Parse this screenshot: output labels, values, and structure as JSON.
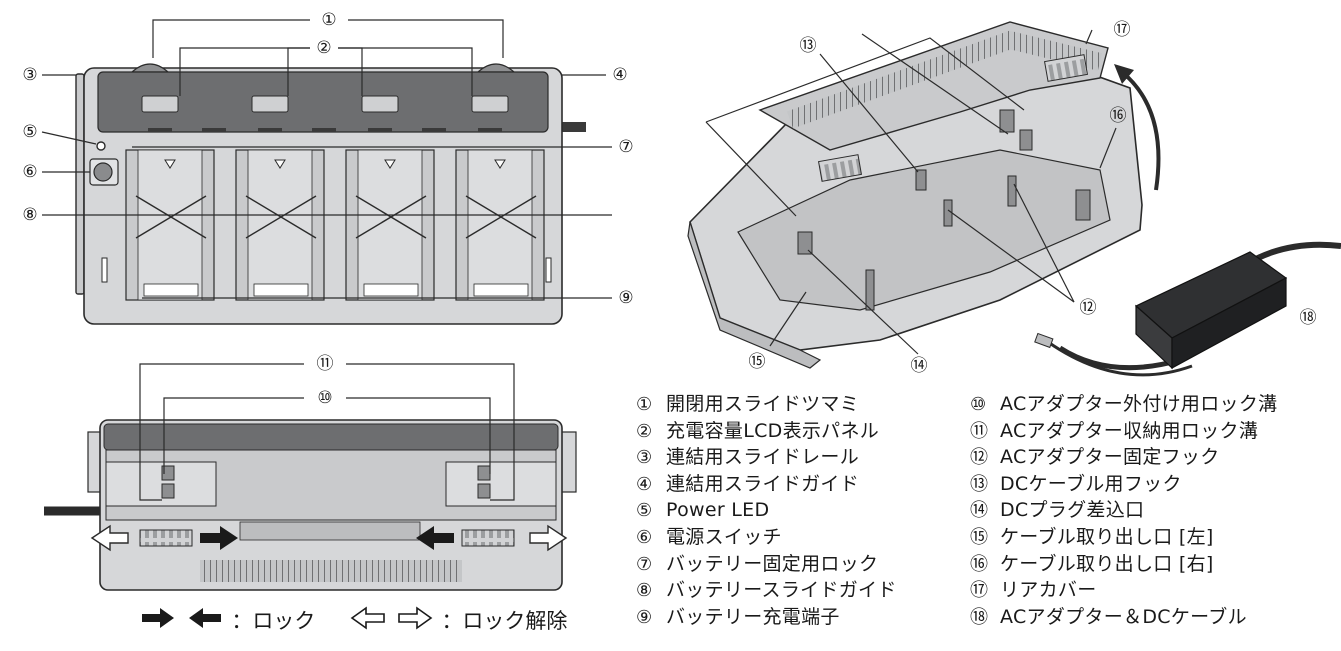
{
  "callouts": {
    "c1": "①",
    "c2": "②",
    "c3": "③",
    "c4": "④",
    "c5": "⑤",
    "c6": "⑥",
    "c7": "⑦",
    "c8": "⑧",
    "c9": "⑨",
    "c10": "⑩",
    "c11": "⑪",
    "c12": "⑫",
    "c13": "⑬",
    "c14": "⑭",
    "c15": "⑮",
    "c16": "⑯",
    "c17": "⑰",
    "c18": "⑱"
  },
  "legend_left": [
    {
      "num": "①",
      "label": "開閉用スライドツマミ"
    },
    {
      "num": "②",
      "label": "充電容量LCD表示パネル"
    },
    {
      "num": "③",
      "label": "連結用スライドレール"
    },
    {
      "num": "④",
      "label": "連結用スライドガイド"
    },
    {
      "num": "⑤",
      "label": "Power LED"
    },
    {
      "num": "⑥",
      "label": "電源スイッチ"
    },
    {
      "num": "⑦",
      "label": "バッテリー固定用ロック"
    },
    {
      "num": "⑧",
      "label": "バッテリースライドガイド"
    },
    {
      "num": "⑨",
      "label": "バッテリー充電端子"
    }
  ],
  "legend_right": [
    {
      "num": "⑩",
      "label": "ACアダプター外付け用ロック溝"
    },
    {
      "num": "⑪",
      "label": "ACアダプター収納用ロック溝"
    },
    {
      "num": "⑫",
      "label": "ACアダプター固定フック"
    },
    {
      "num": "⑬",
      "label": "DCケーブル用フック"
    },
    {
      "num": "⑭",
      "label": "DCプラグ差込口"
    },
    {
      "num": "⑮",
      "label": "ケーブル取り出し口 [左]"
    },
    {
      "num": "⑯",
      "label": "ケーブル取り出し口 [右]"
    },
    {
      "num": "⑰",
      "label": "リアカバー"
    },
    {
      "num": "⑱",
      "label": "ACアダプター＆DCケーブル"
    }
  ],
  "lock_legend": {
    "lock_text": "：ロック",
    "unlock_text": "：ロック解除"
  },
  "colors": {
    "body_gray": "#d6d7d9",
    "panel_dark": "#6d6e70",
    "outline": "#2b2b2b",
    "arrow_black": "#1a1a1a"
  }
}
